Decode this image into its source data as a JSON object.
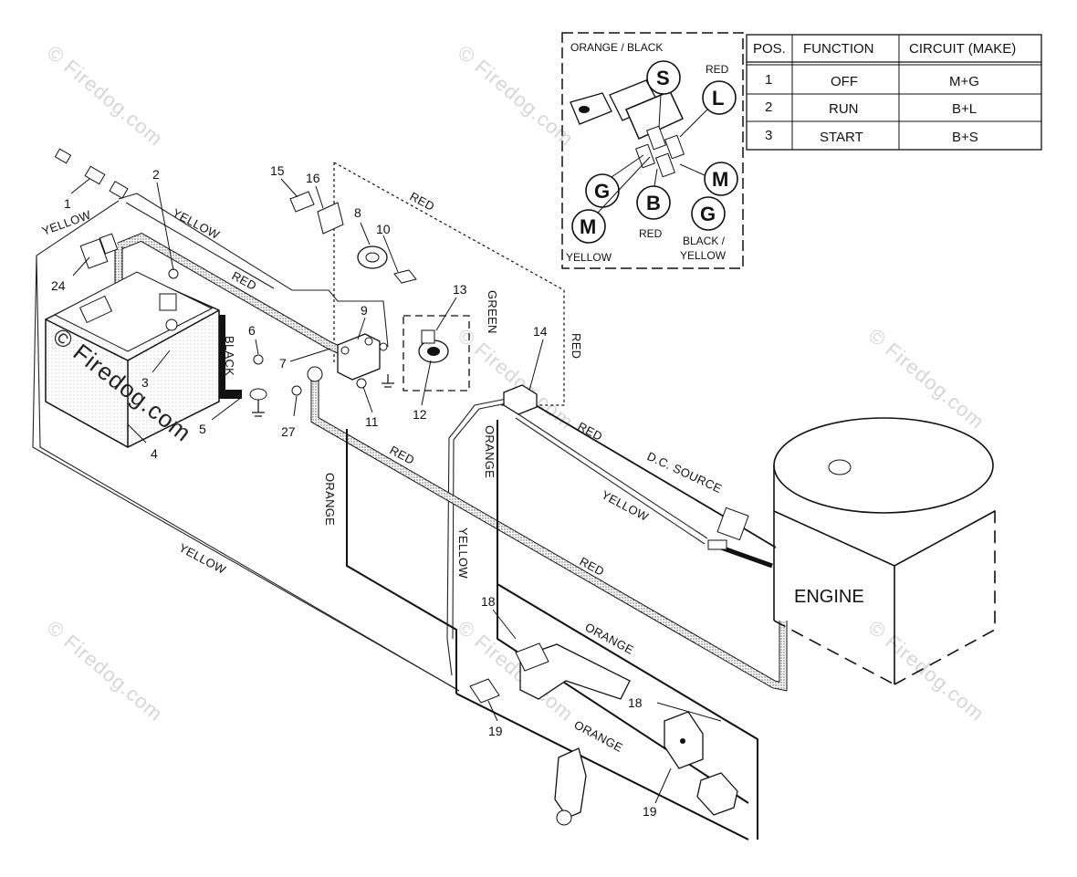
{
  "watermark": "© Firedog.com",
  "switch_legend": {
    "orange_black": "ORANGE / BLACK",
    "red_top": "RED",
    "red_bottom": "RED",
    "yellow": "YELLOW",
    "black_yellow_1": "BLACK /",
    "black_yellow_2": "YELLOW",
    "terminals": {
      "S": "S",
      "L": "L",
      "G1": "G",
      "B": "B",
      "M1": "M",
      "M2": "M",
      "G2": "G"
    }
  },
  "table": {
    "headers": [
      "POS.",
      "FUNCTION",
      "CIRCUIT  (MAKE)"
    ],
    "rows": [
      [
        "1",
        "OFF",
        "M+G"
      ],
      [
        "2",
        "RUN",
        "B+L"
      ],
      [
        "3",
        "START",
        "B+S"
      ]
    ]
  },
  "wire_labels": {
    "yellow": "YELLOW",
    "red": "RED",
    "black": "BLACK",
    "orange": "ORANGE",
    "green": "GREEN",
    "dc_source": "D.C. SOURCE",
    "engine": "ENGINE"
  },
  "part_numbers": {
    "p1": "1",
    "p2": "2",
    "p3": "3",
    "p4": "4",
    "p5": "5",
    "p6": "6",
    "p7": "7",
    "p8": "8",
    "p9": "9",
    "p10": "10",
    "p11": "11",
    "p12": "12",
    "p13": "13",
    "p14": "14",
    "p15": "15",
    "p16": "16",
    "p18a": "18",
    "p18b": "18",
    "p19a": "19",
    "p19b": "19",
    "p24": "24",
    "p27": "27"
  }
}
